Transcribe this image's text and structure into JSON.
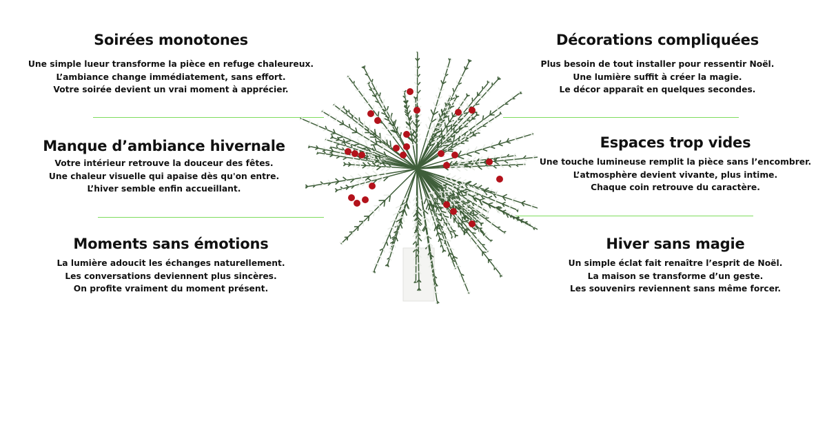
{
  "left": [
    {
      "title": "Soirées monotones",
      "lines": [
        "Une simple lueur transforme la pièce en refuge chaleureux.",
        "L’ambiance change immédiatement, sans effort.",
        "Votre soirée devient un vrai moment à apprécier."
      ]
    },
    {
      "title": "Manque d’ambiance hivernale",
      "lines": [
        "Votre intérieur retrouve la douceur des fêtes.",
        "Une chaleur visuelle qui apaise dès qu'on entre.",
        "L’hiver semble enfin accueillant."
      ]
    },
    {
      "title": "Moments sans émotions",
      "lines": [
        "La lumière adoucit les échanges naturellement.",
        "Les conversations deviennent plus sincères.",
        "On profite vraiment du moment présent."
      ]
    }
  ],
  "right": [
    {
      "title": "Décorations compliquées",
      "lines": [
        "Plus besoin de tout installer pour ressentir Noël.",
        "Une lumière suffit à créer la magie.",
        "Le décor apparaît en quelques secondes."
      ]
    },
    {
      "title": "Espaces trop vides",
      "lines": [
        "Une touche lumineuse remplit la pièce sans l’encombrer.",
        "L’atmosphère devient vivante, plus intime.",
        "Chaque coin retrouve du caractère."
      ]
    },
    {
      "title": "Hiver sans magie",
      "lines": [
        "Un simple éclat fait renaître l’esprit de Noël.",
        "La maison se transforme d’un geste.",
        "Les souvenirs reviennent sans même forcer."
      ]
    }
  ],
  "colors": {
    "divider": "#7ddc5c",
    "needle": "#3f5e3a",
    "frost": "#e8ece6",
    "berry": "#b3121b",
    "vase": "#f4f4f2"
  }
}
